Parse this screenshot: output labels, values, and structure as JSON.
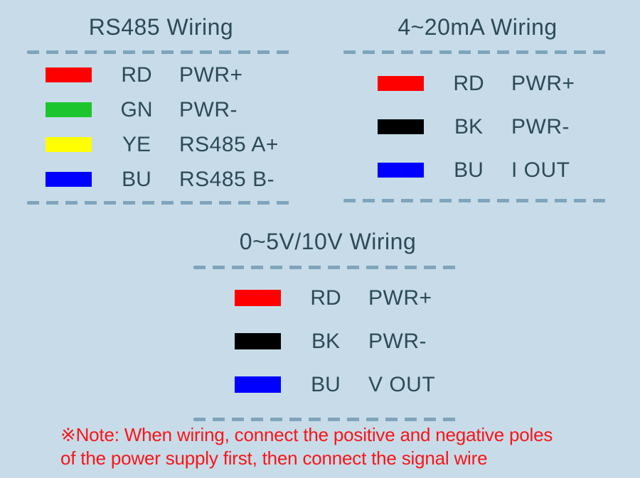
{
  "colors": {
    "background": "#c7dce8",
    "heading_text": "#2d4a59",
    "dashed_line": "#7fa4bc",
    "note_text": "#fa1418"
  },
  "sections": [
    {
      "id": "rs485",
      "title": "RS485 Wiring",
      "rows": [
        {
          "color_name": "red",
          "hex": "#ff0000",
          "abbr": "RD",
          "signal": "PWR+"
        },
        {
          "color_name": "green",
          "hex": "#1cc52e",
          "abbr": "GN",
          "signal": "PWR-"
        },
        {
          "color_name": "yellow",
          "hex": "#ffff00",
          "abbr": "YE",
          "signal": "RS485 A+"
        },
        {
          "color_name": "blue",
          "hex": "#0000ff",
          "abbr": "BU",
          "signal": "RS485 B-"
        }
      ]
    },
    {
      "id": "4-20ma",
      "title": "4~20mA Wiring",
      "rows": [
        {
          "color_name": "red",
          "hex": "#ff0000",
          "abbr": "RD",
          "signal": "PWR+"
        },
        {
          "color_name": "black",
          "hex": "#000000",
          "abbr": "BK",
          "signal": "PWR-"
        },
        {
          "color_name": "blue",
          "hex": "#0000ff",
          "abbr": "BU",
          "signal": "I OUT"
        }
      ]
    },
    {
      "id": "0-5v-10v",
      "title": "0~5V/10V Wiring",
      "rows": [
        {
          "color_name": "red",
          "hex": "#ff0000",
          "abbr": "RD",
          "signal": "PWR+"
        },
        {
          "color_name": "black",
          "hex": "#000000",
          "abbr": "BK",
          "signal": "PWR-"
        },
        {
          "color_name": "blue",
          "hex": "#0000ff",
          "abbr": "BU",
          "signal": "V OUT"
        }
      ]
    }
  ],
  "note": {
    "line1": "※Note: When wiring, connect the positive and negative poles",
    "line2": "of the power supply first, then connect the signal wire"
  }
}
